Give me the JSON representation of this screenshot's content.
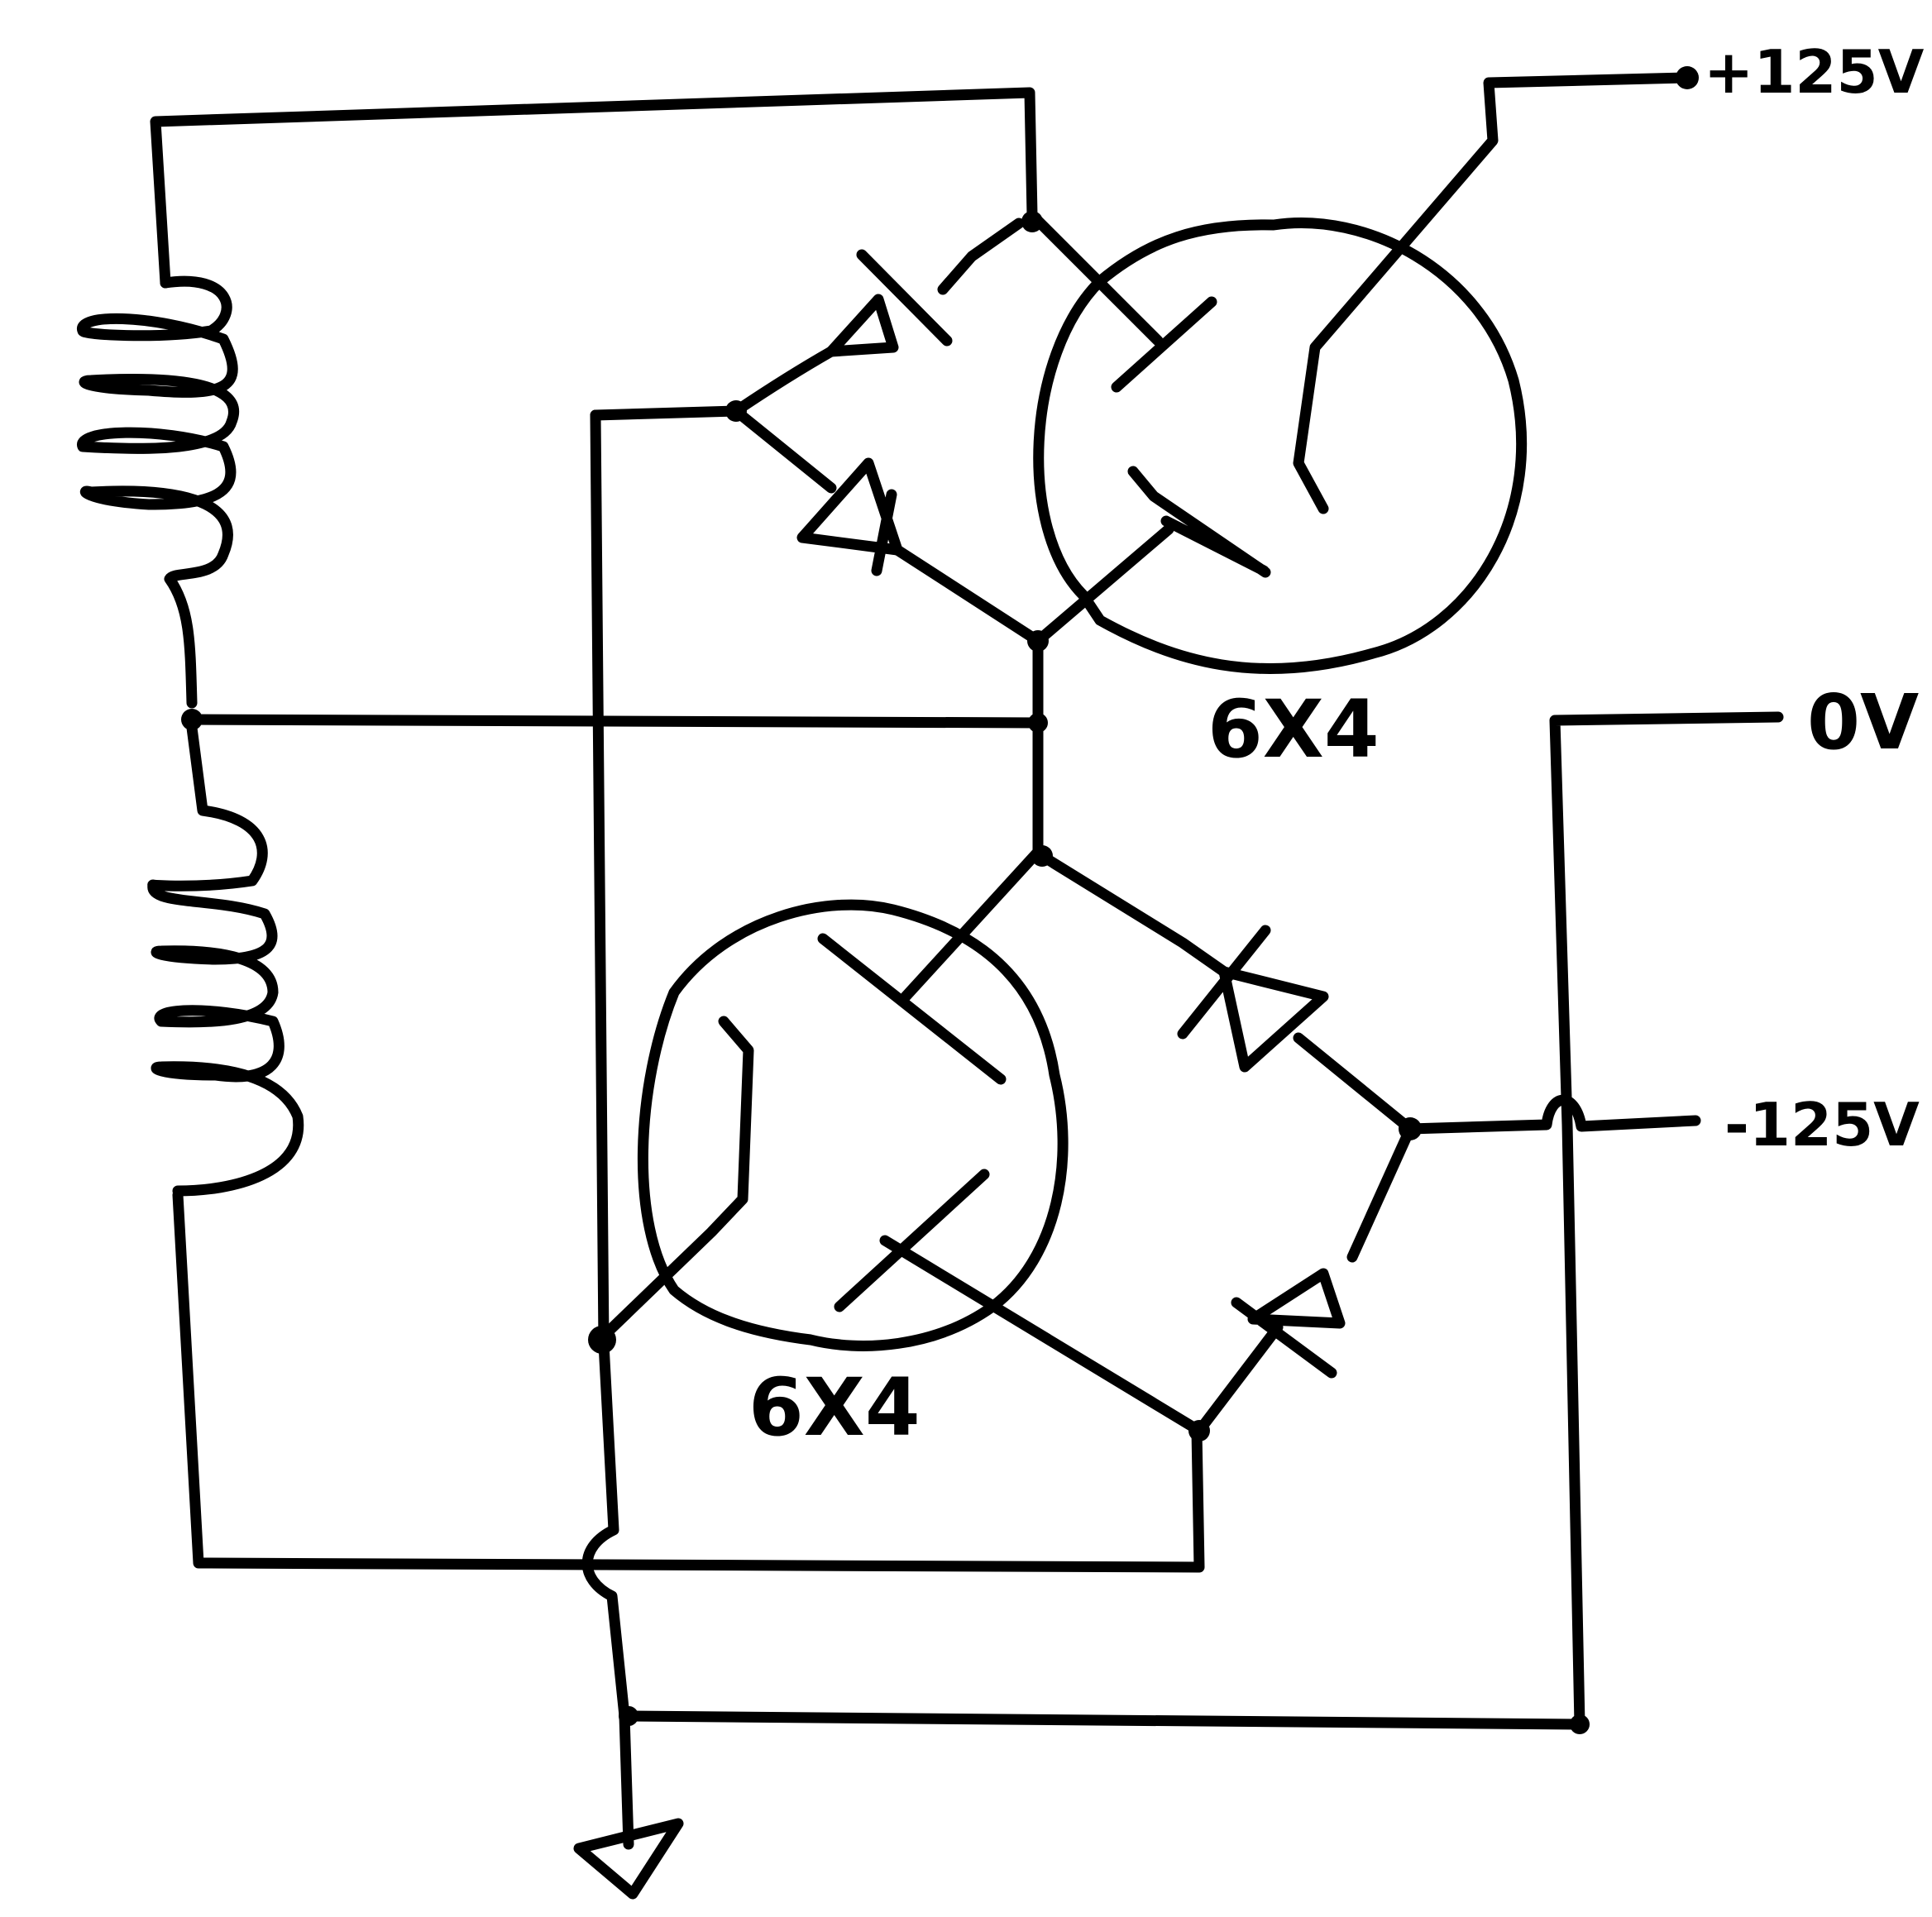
{
  "labels": {
    "rail_positive": "+125V",
    "rail_zero": "0V",
    "rail_negative": "-125V",
    "tube_upper": "6X4",
    "tube_lower": "6X4"
  }
}
